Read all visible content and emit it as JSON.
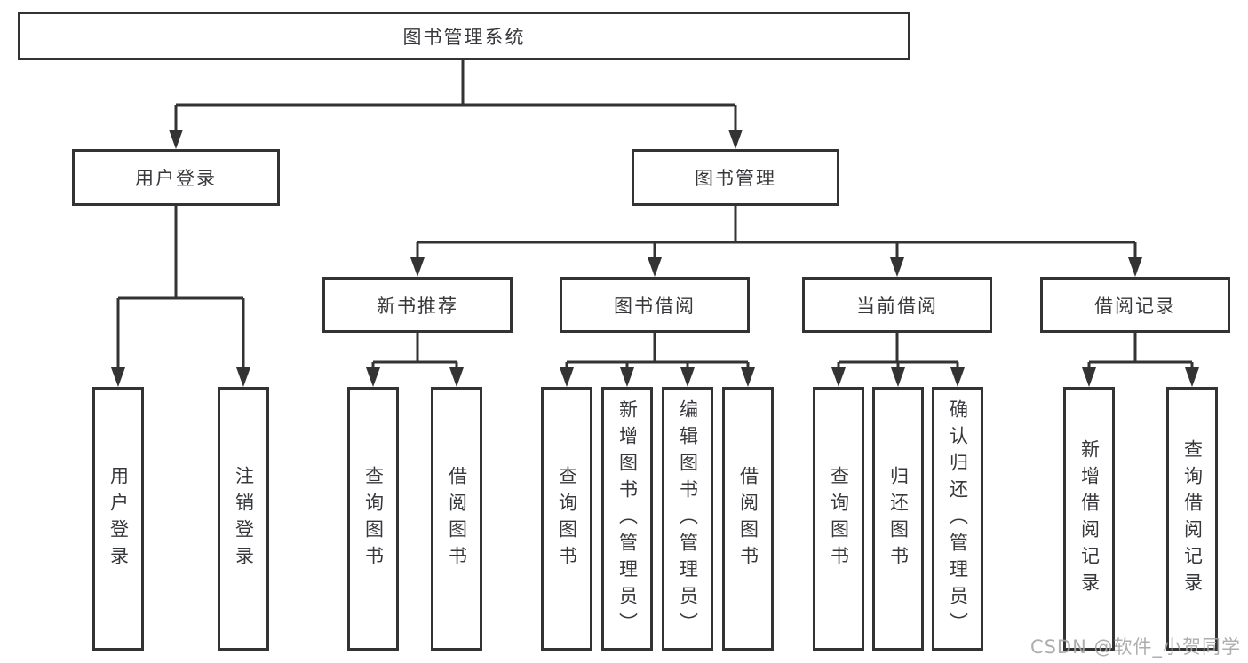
{
  "diagram": {
    "root": {
      "label": "图书管理系统"
    },
    "level2": [
      {
        "label": "用户登录"
      },
      {
        "label": "图书管理"
      }
    ],
    "level3": [
      {
        "label": "新书推荐"
      },
      {
        "label": "图书借阅"
      },
      {
        "label": "当前借阅"
      },
      {
        "label": "借阅记录"
      }
    ],
    "leaves": [
      {
        "label": "用户登录"
      },
      {
        "label": "注销登录"
      },
      {
        "label": "查询图书"
      },
      {
        "label": "借阅图书"
      },
      {
        "label": "查询图书"
      },
      {
        "label": "新增图书（管理员）"
      },
      {
        "label": "编辑图书（管理员）"
      },
      {
        "label": "借阅图书"
      },
      {
        "label": "查询图书"
      },
      {
        "label": "归还图书"
      },
      {
        "label": "确认归还（管理员）"
      },
      {
        "label": "新增借阅记录"
      },
      {
        "label": "查询借阅记录"
      }
    ]
  },
  "watermark": "CSDN @软件_小贺同学",
  "colors": {
    "line": "#333333",
    "border": "#333333",
    "fill": "#ffffff",
    "text": "#37383c",
    "watermark": "#a6a6a6"
  }
}
